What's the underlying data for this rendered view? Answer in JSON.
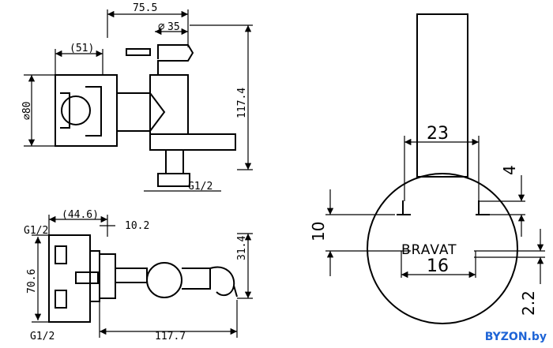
{
  "dimensions": {
    "width_75_5": "75.5",
    "dia_35": "35",
    "bracket_51": "(51)",
    "dia_80": "80",
    "height_117_4": "117.4",
    "g12_top": "G1/2",
    "bracket_44_6": "(44.6)",
    "g12_left_upper": "G1/2",
    "depth_10_2": "10.2",
    "height_70_6": "70.6",
    "height_31_4": "31.4",
    "g12_left_lower": "G1/2",
    "length_117_7": "117.7"
  },
  "detail": {
    "width_23": "23",
    "depth_4": "4",
    "height_10": "10",
    "width_16": "16",
    "height_2_2": "2.2",
    "brand": "BRAVAT"
  },
  "watermark": "BYZON.by",
  "colors": {
    "line": "#000000",
    "watermark": "#1e64d6"
  }
}
